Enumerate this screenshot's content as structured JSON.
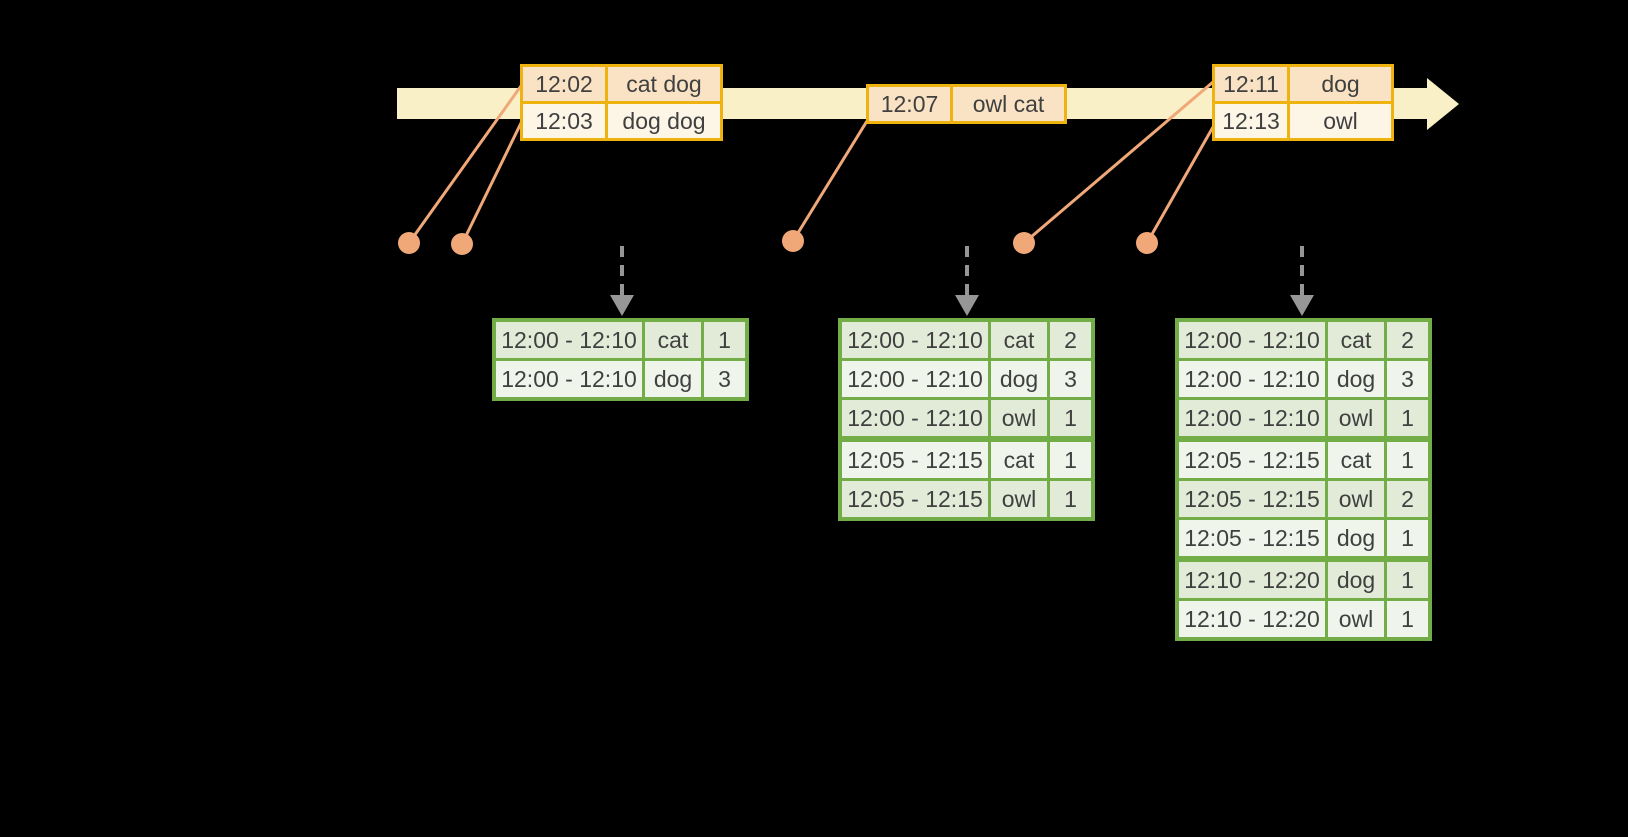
{
  "colors": {
    "background": "#000000",
    "timeline_band": "#FAF0C8",
    "event_border": "#EFB310",
    "event_row_peach": "#FAE3C4",
    "event_row_cream": "#FDF6E7",
    "connector": "#F0A878",
    "result_border": "#73AD47",
    "result_row_dark": "#E2EBD8",
    "result_row_light": "#EFF5EB",
    "trigger_arrow": "#969696",
    "text": "#404040"
  },
  "timeline": {
    "arrowhead_icon": "right-arrowhead-icon"
  },
  "event_tables": [
    {
      "rows": [
        {
          "time": "12:02",
          "words": "cat dog"
        },
        {
          "time": "12:03",
          "words": "dog dog"
        }
      ]
    },
    {
      "rows": [
        {
          "time": "12:07",
          "words": "owl cat"
        }
      ]
    },
    {
      "rows": [
        {
          "time": "12:11",
          "words": "dog"
        },
        {
          "time": "12:13",
          "words": "owl"
        }
      ]
    }
  ],
  "result_tables": [
    {
      "group_starts": [
        0
      ],
      "rows": [
        {
          "window": "12:00 - 12:10",
          "word": "cat",
          "count": 1
        },
        {
          "window": "12:00 - 12:10",
          "word": "dog",
          "count": 3
        }
      ]
    },
    {
      "group_starts": [
        0,
        3
      ],
      "rows": [
        {
          "window": "12:00 - 12:10",
          "word": "cat",
          "count": 2
        },
        {
          "window": "12:00 - 12:10",
          "word": "dog",
          "count": 3
        },
        {
          "window": "12:00 - 12:10",
          "word": "owl",
          "count": 1
        },
        {
          "window": "12:05 - 12:15",
          "word": "cat",
          "count": 1
        },
        {
          "window": "12:05 - 12:15",
          "word": "owl",
          "count": 1
        }
      ]
    },
    {
      "group_starts": [
        0,
        3,
        6
      ],
      "rows": [
        {
          "window": "12:00 - 12:10",
          "word": "cat",
          "count": 2
        },
        {
          "window": "12:00 - 12:10",
          "word": "dog",
          "count": 3
        },
        {
          "window": "12:00 - 12:10",
          "word": "owl",
          "count": 1
        },
        {
          "window": "12:05 - 12:15",
          "word": "cat",
          "count": 1
        },
        {
          "window": "12:05 - 12:15",
          "word": "owl",
          "count": 2
        },
        {
          "window": "12:05 - 12:15",
          "word": "dog",
          "count": 1
        },
        {
          "window": "12:10 - 12:20",
          "word": "dog",
          "count": 1
        },
        {
          "window": "12:10 - 12:20",
          "word": "owl",
          "count": 1
        }
      ]
    }
  ]
}
